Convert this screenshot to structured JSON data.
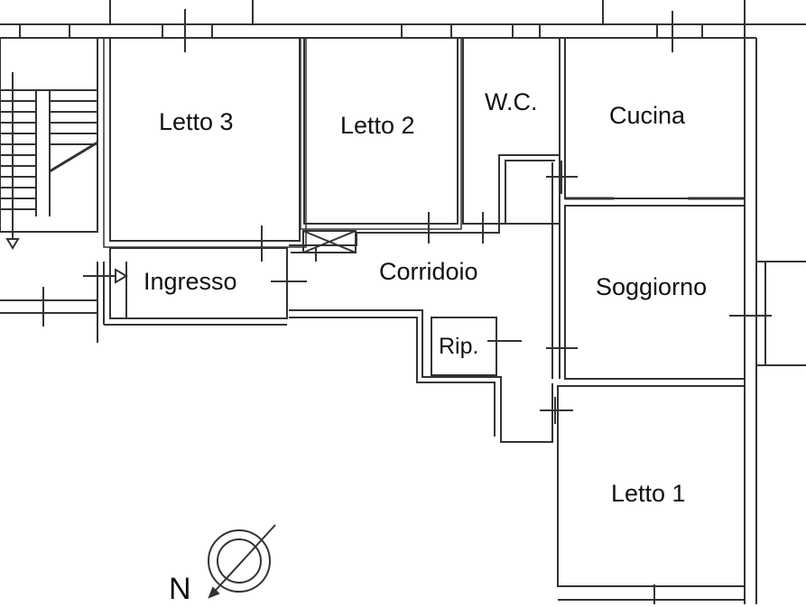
{
  "rooms": {
    "letto3": "Letto 3",
    "letto2": "Letto 2",
    "wc": "W.C.",
    "cucina": "Cucina",
    "ingresso": "Ingresso",
    "corridoio": "Corridoio",
    "soggiorno": "Soggiorno",
    "rip": "Rip.",
    "letto1": "Letto 1"
  },
  "compass": {
    "north_label": "N"
  },
  "colors": {
    "wall": "#333333",
    "background": "#ffffff"
  }
}
